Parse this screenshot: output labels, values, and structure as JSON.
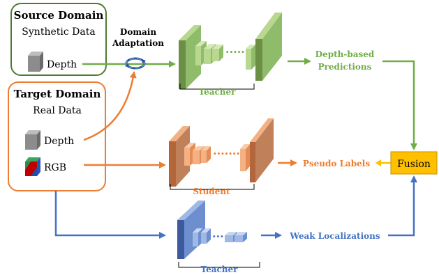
{
  "colors": {
    "source_green": "#4e7a2f",
    "green_arrow": "#70ad47",
    "green_fill": "#8fbc6a",
    "green_fill_light": "#b9d88f",
    "green_dark": "#6a8f45",
    "target_orange": "#ed7d31",
    "orange_fill": "#f4b183",
    "orange_dark": "#b3663a",
    "brown_fill": "#c0805a",
    "blue": "#4472c4",
    "blue_fill": "#6d8fcf",
    "blue_light": "#9fb8e6",
    "blue_dark": "#3d5a9e",
    "fusion_fill": "#ffc000",
    "fusion_border": "#c08f00",
    "gray_cube": "#8c8c8c"
  },
  "source_domain": {
    "title": "Source Domain",
    "subtitle": "Synthetic Data",
    "input_depth": "Depth"
  },
  "target_domain": {
    "title": "Target Domain",
    "subtitle": "Real Data",
    "input_depth": "Depth",
    "input_rgb": "RGB"
  },
  "domain_adaptation": {
    "line1": "Domain",
    "line2": "Adaptation",
    "icon": "refresh-cycle-icon"
  },
  "networks": {
    "teacher_depth": "Teacher",
    "student": "Student",
    "teacher_rgb": "Teacher"
  },
  "outputs": {
    "depth_predictions_line1": "Depth-based",
    "depth_predictions_line2": "Predictions",
    "pseudo_labels": "Pseudo Labels",
    "weak_localizations": "Weak Localizations",
    "fusion": "Fusion"
  }
}
